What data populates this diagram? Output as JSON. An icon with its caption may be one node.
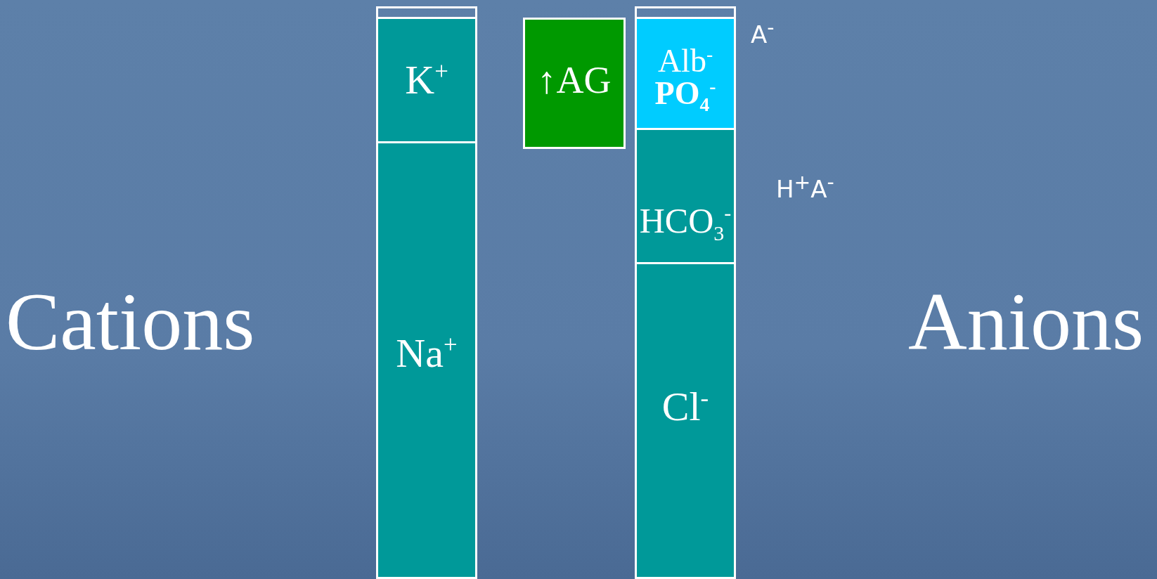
{
  "diagram": {
    "nodes": [
      {
        "text": [],
        "shape": "box"
      },
      {
        "text": [
          "K$^{+}$"
        ]
      },
      {
        "text": [
          "Na$^{+}$"
        ]
      },
      {
        "text": [
          "↑AG"
        ]
      },
      {
        "text": [],
        "shape": "box"
      },
      {
        "text": [
          "Alb$^{-}$",
          "PO$_{4}$$^{-}$"
        ]
      },
      {
        "text": [
          "HCO$_{3}$$^{-}$"
        ]
      },
      {
        "text": [
          "Cl$^{-}$"
        ]
      }
    ],
    "labels": [
      "A$^{-}$",
      "H$^{+}$A$^{-}$",
      "Cations",
      "Anions"
    ]
  }
}
